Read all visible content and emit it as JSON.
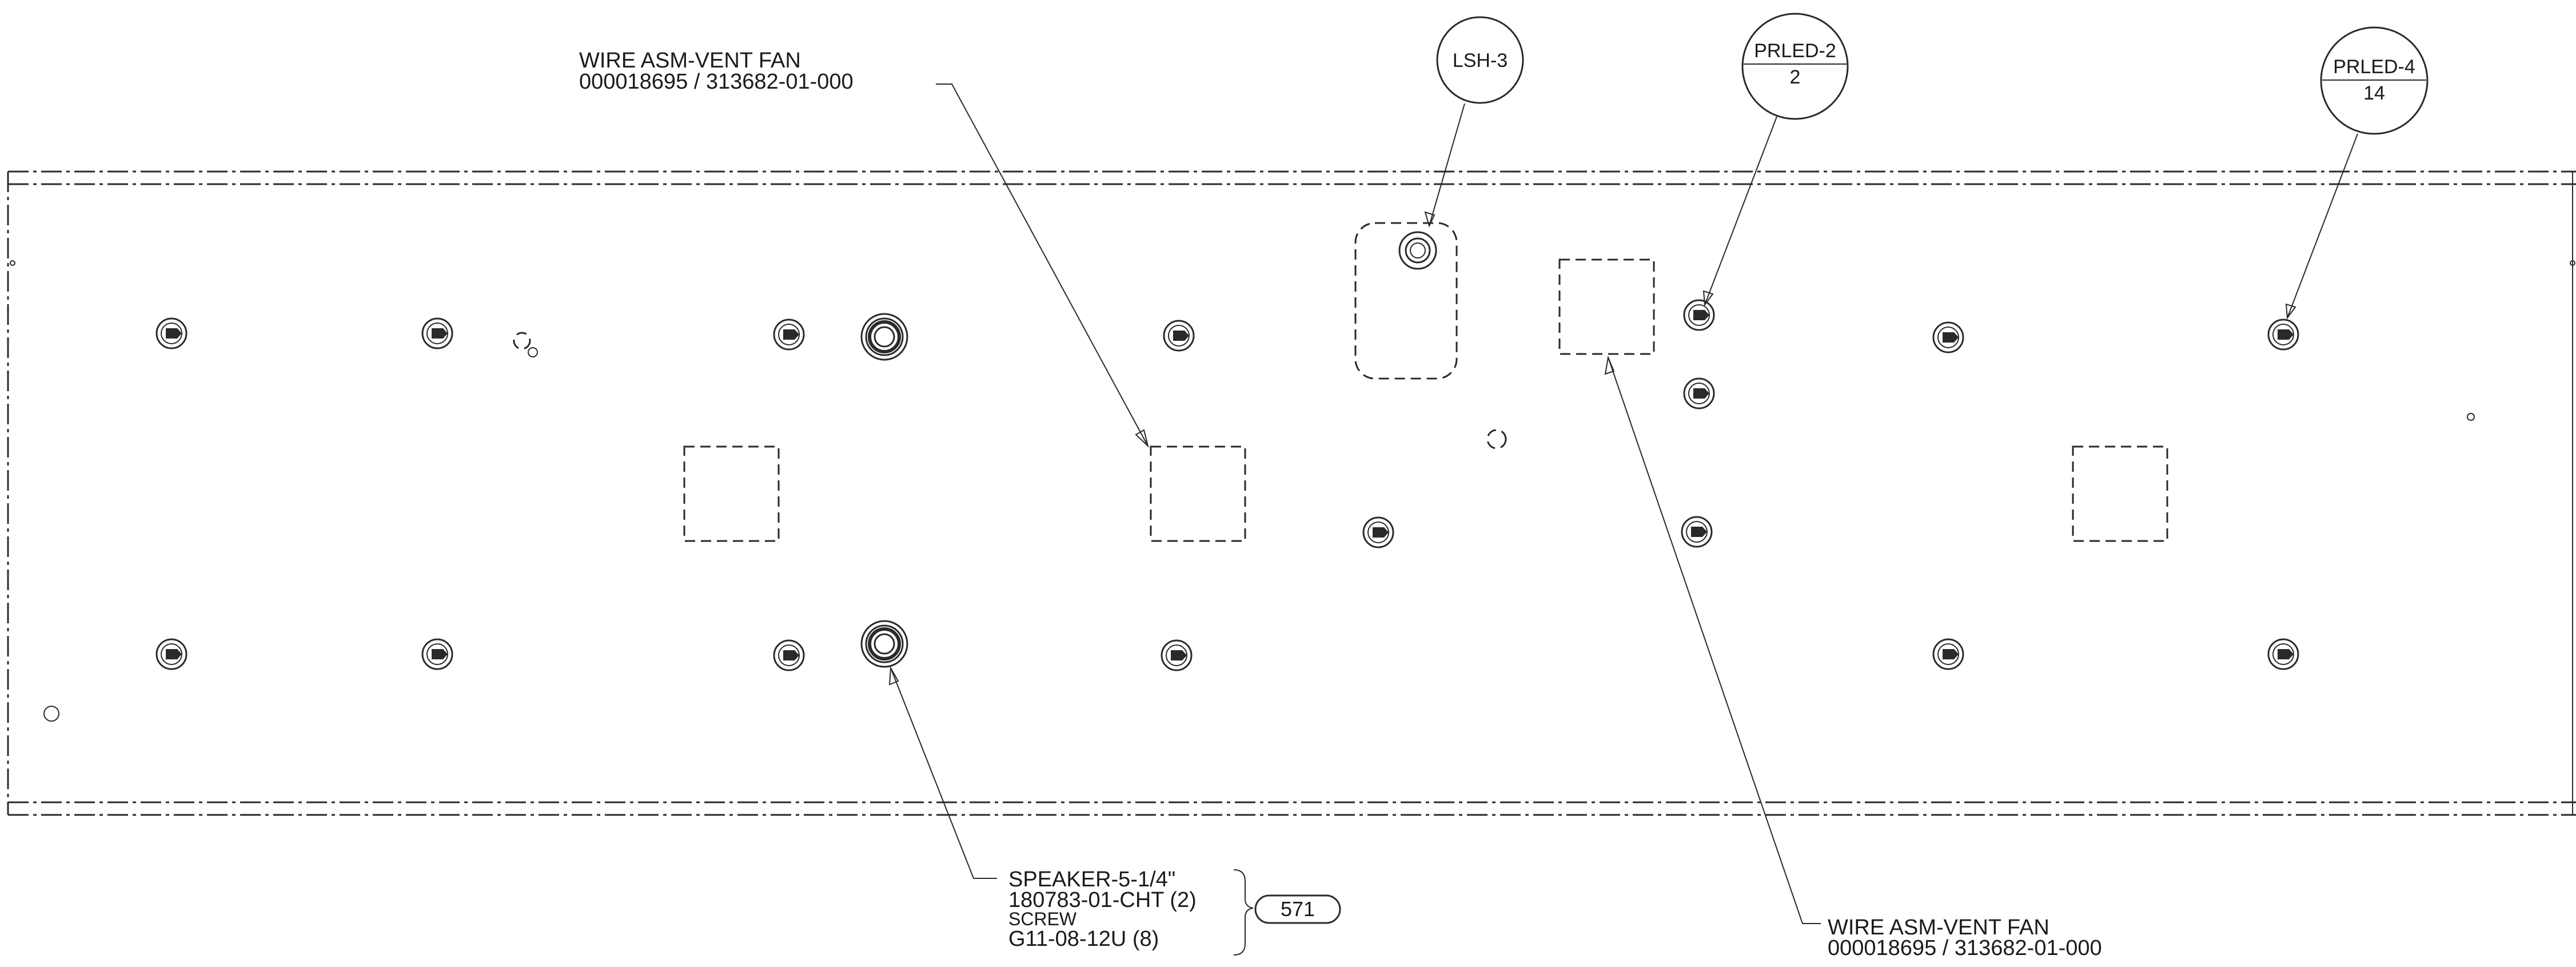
{
  "callouts": {
    "wire_top": {
      "line1": "WIRE ASM-VENT FAN",
      "line2": "000018695 / 313682-01-000"
    },
    "wire_bottom": {
      "line1": "WIRE ASM-VENT FAN",
      "line2": "000018695 / 313682-01-000"
    },
    "speaker": {
      "line1": "SPEAKER-5-1/4\"",
      "line2": "180783-01-CHT (2)",
      "line3": "SCREW",
      "line4": "G11-08-12U (8)",
      "item_number": "571"
    }
  },
  "balloons": {
    "lsh": {
      "label": "LSH-3"
    },
    "prled2": {
      "top": "PRLED-2",
      "bottom": "2"
    },
    "prled4": {
      "top": "PRLED-4",
      "bottom": "14"
    }
  }
}
